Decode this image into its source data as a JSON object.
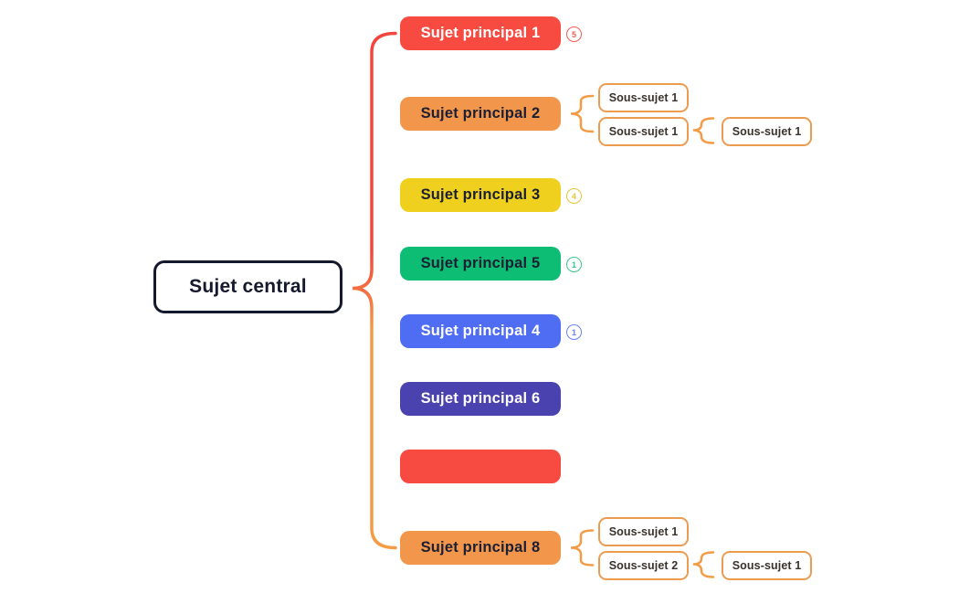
{
  "central": {
    "label": "Sujet central",
    "bg": "#ffffff",
    "text_color": "#15192d",
    "border_color": "#15192d"
  },
  "main_topics": [
    {
      "label": "Sujet principal 1",
      "bg": "#f74a40",
      "text_color": "#ffffff",
      "badge": "5",
      "badge_color": "#f55c52"
    },
    {
      "label": "Sujet principal 2",
      "bg": "#f2964b",
      "text_color": "#1b1f33",
      "children": [
        {
          "label": "Sous-sujet 1"
        },
        {
          "label": "Sous-sujet 1",
          "children": [
            {
              "label": "Sous-sujet 1"
            }
          ]
        }
      ]
    },
    {
      "label": "Sujet principal 3",
      "bg": "#f0d01e",
      "text_color": "#1b1f33",
      "badge": "4",
      "badge_color": "#e4c53c"
    },
    {
      "label": "Sujet principal 5",
      "bg": "#0dbd74",
      "text_color": "#1b1f33",
      "badge": "1",
      "badge_color": "#3ec48d"
    },
    {
      "label": "Sujet principal 4",
      "bg": "#4f6df3",
      "text_color": "#ffffff",
      "badge": "1",
      "badge_color": "#6a83f2"
    },
    {
      "label": "Sujet principal 6",
      "bg": "#4a42ae",
      "text_color": "#ffffff"
    },
    {
      "label": "",
      "bg": "#f74a40",
      "text_color": "#ffffff"
    },
    {
      "label": "Sujet principal 8",
      "bg": "#f2964b",
      "text_color": "#1b1f33",
      "children": [
        {
          "label": "Sous-sujet 1"
        },
        {
          "label": "Sous-sujet 2",
          "children": [
            {
              "label": "Sous-sujet 1"
            }
          ]
        }
      ]
    }
  ],
  "subtopic_style": {
    "bg": "#ffffff",
    "border_color": "#eb9c50",
    "text_color": "#3a332c"
  },
  "connectors": {
    "red": "#f4453c",
    "orange": "#f49c45"
  }
}
